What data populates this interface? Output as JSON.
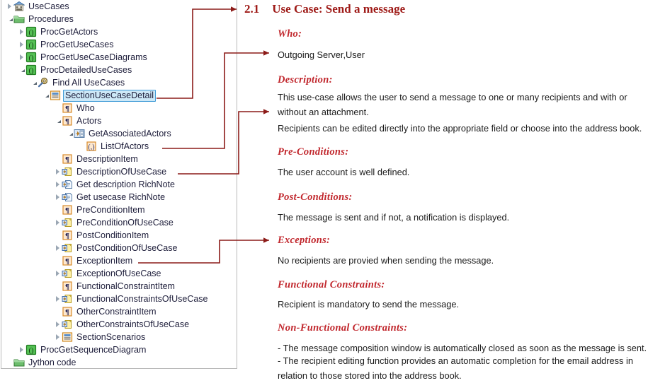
{
  "tree": {
    "items": [
      {
        "label": "UseCases",
        "icon": "house-icon",
        "indent": 0,
        "twisty": "collapsed",
        "selected": false
      },
      {
        "label": "Procedures",
        "icon": "folder-icon",
        "indent": 0,
        "twisty": "expanded",
        "selected": false
      },
      {
        "label": "ProcGetActors",
        "icon": "procedure-icon",
        "indent": 1,
        "twisty": "collapsed",
        "selected": false
      },
      {
        "label": "ProcGetUseCases",
        "icon": "procedure-icon",
        "indent": 1,
        "twisty": "collapsed",
        "selected": false
      },
      {
        "label": "ProcGetUseCaseDiagrams",
        "icon": "procedure-icon",
        "indent": 1,
        "twisty": "collapsed",
        "selected": false
      },
      {
        "label": "ProcDetailedUseCases",
        "icon": "procedure-icon",
        "indent": 1,
        "twisty": "expanded",
        "selected": false
      },
      {
        "label": "Find All UseCases",
        "icon": "find-icon",
        "indent": 2,
        "twisty": "expanded",
        "selected": false
      },
      {
        "label": "SectionUseCaseDetail",
        "icon": "section-icon",
        "indent": 3,
        "twisty": "expanded",
        "selected": true
      },
      {
        "label": "Who",
        "icon": "pilcrow-icon",
        "indent": 4,
        "twisty": "none",
        "selected": false
      },
      {
        "label": "Actors",
        "icon": "pilcrow-icon",
        "indent": 4,
        "twisty": "expanded",
        "selected": false
      },
      {
        "label": "GetAssociatedActors",
        "icon": "associated-actors-icon",
        "indent": 5,
        "twisty": "expanded",
        "selected": false
      },
      {
        "label": "ListOfActors",
        "icon": "list-icon",
        "indent": 6,
        "twisty": "none",
        "selected": false
      },
      {
        "label": "DescriptionItem",
        "icon": "pilcrow-icon",
        "indent": 4,
        "twisty": "none",
        "selected": false
      },
      {
        "label": "DescriptionOfUseCase",
        "icon": "note-icon",
        "indent": 4,
        "twisty": "collapsed",
        "selected": false
      },
      {
        "label": "Get description RichNote",
        "icon": "richnote-icon",
        "indent": 4,
        "twisty": "collapsed",
        "selected": false
      },
      {
        "label": "Get usecase RichNote",
        "icon": "richnote-icon",
        "indent": 4,
        "twisty": "collapsed",
        "selected": false
      },
      {
        "label": "PreConditionItem",
        "icon": "pilcrow-icon",
        "indent": 4,
        "twisty": "none",
        "selected": false
      },
      {
        "label": "PreConditionOfUseCase",
        "icon": "note-icon",
        "indent": 4,
        "twisty": "collapsed",
        "selected": false
      },
      {
        "label": "PostConditionItem",
        "icon": "pilcrow-icon",
        "indent": 4,
        "twisty": "none",
        "selected": false
      },
      {
        "label": "PostConditionOfUseCase",
        "icon": "note-icon",
        "indent": 4,
        "twisty": "collapsed",
        "selected": false
      },
      {
        "label": "ExceptionItem",
        "icon": "pilcrow-icon",
        "indent": 4,
        "twisty": "none",
        "selected": false
      },
      {
        "label": "ExceptionOfUseCase",
        "icon": "note-icon",
        "indent": 4,
        "twisty": "collapsed",
        "selected": false
      },
      {
        "label": "FunctionalConstraintItem",
        "icon": "pilcrow-icon",
        "indent": 4,
        "twisty": "none",
        "selected": false
      },
      {
        "label": "FunctionalConstraintsOfUseCase",
        "icon": "note-icon",
        "indent": 4,
        "twisty": "collapsed",
        "selected": false
      },
      {
        "label": "OtherConstraintItem",
        "icon": "pilcrow-icon",
        "indent": 4,
        "twisty": "none",
        "selected": false
      },
      {
        "label": "OtherConstraintsOfUseCase",
        "icon": "note-icon",
        "indent": 4,
        "twisty": "collapsed",
        "selected": false
      },
      {
        "label": "SectionScenarios",
        "icon": "section-icon",
        "indent": 4,
        "twisty": "collapsed",
        "selected": false
      },
      {
        "label": "ProcGetSequenceDiagram",
        "icon": "procedure-icon",
        "indent": 1,
        "twisty": "collapsed",
        "selected": false
      },
      {
        "label": "Jython code",
        "icon": "folder-icon",
        "indent": 0,
        "twisty": "none",
        "selected": false
      }
    ]
  },
  "document": {
    "heading_number": "2.1",
    "heading_title": "Use Case: Send a message",
    "sections": [
      {
        "head": "Who:",
        "body": [
          "Outgoing Server,User"
        ]
      },
      {
        "head": "Description:",
        "body": [
          "This use-case allows the user to send a message to one or many recipients and with or",
          "without an attachment.",
          "Recipients can be edited directly into the appropriate field or choose into the address book."
        ]
      },
      {
        "head": "Pre-Conditions:",
        "body": [
          "The user account is well defined."
        ]
      },
      {
        "head": "Post-Conditions:",
        "body": [
          "The message is sent and if not, a notification is displayed."
        ]
      },
      {
        "head": "Exceptions:",
        "body": [
          "No recipients are provied when sending the message."
        ]
      },
      {
        "head": "Functional Constraints:",
        "body": [
          "Recipient is mandatory to send the message."
        ]
      },
      {
        "head": "Non-Functional Constraints:",
        "body": [
          "- The message composition window is automatically closed as soon as the message is sent.",
          "- The recipient editing function provides an automatic completion for the email address in",
          "relation to those stored into the address book."
        ]
      }
    ]
  },
  "colors": {
    "heading": "#9e1a17",
    "section_head": "#c1272d",
    "connector": "#8c1b18",
    "selection_fill": "#cde8f7",
    "selection_border": "#3d9ad6",
    "panel_border": "#b9b9b9"
  },
  "connectors": [
    {
      "from": "SectionUseCaseDetail",
      "to": "heading-2.1"
    },
    {
      "from": "ListOfActors",
      "to": "Who-value"
    },
    {
      "from": "DescriptionOfUseCase",
      "to": "Description-body"
    },
    {
      "from": "ExceptionItem",
      "to": "Exceptions-head"
    }
  ]
}
